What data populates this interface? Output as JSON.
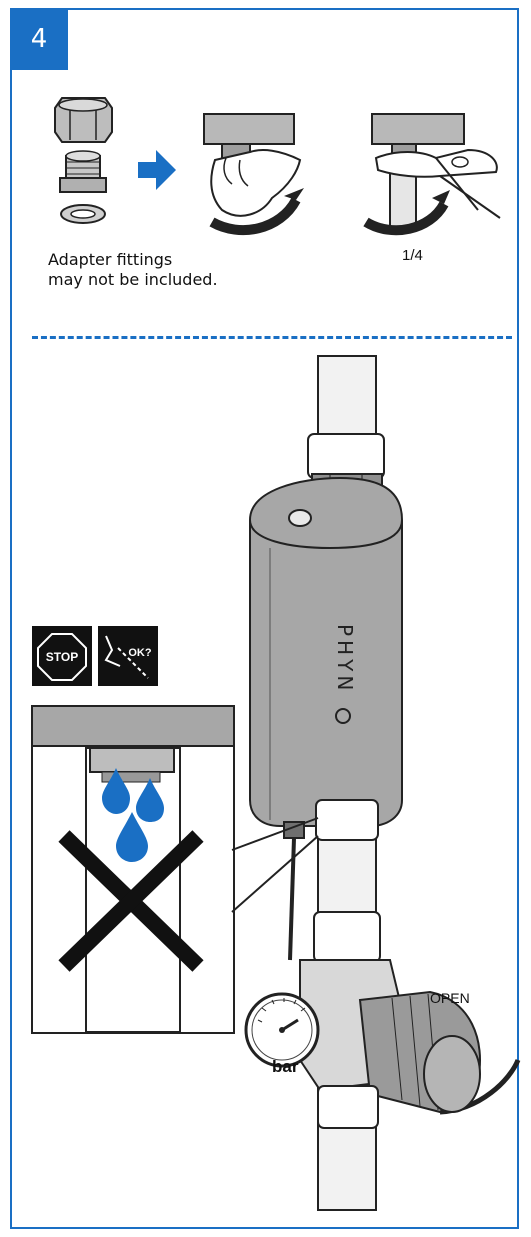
{
  "step": {
    "number": "4"
  },
  "top_panel": {
    "caption_line1": "Adapter fittings",
    "caption_line2": "may not be included.",
    "turn_label": "1/4"
  },
  "device": {
    "brand": "PHYN"
  },
  "icons": {
    "stop_text": "STOP",
    "ok_text": "OK?"
  },
  "valve": {
    "gauge_unit": "bar",
    "open_label": "OPEN"
  },
  "colors": {
    "accent": "#1a6fc4",
    "water": "#1a6fc4",
    "device_body": "#a7a7a7"
  }
}
